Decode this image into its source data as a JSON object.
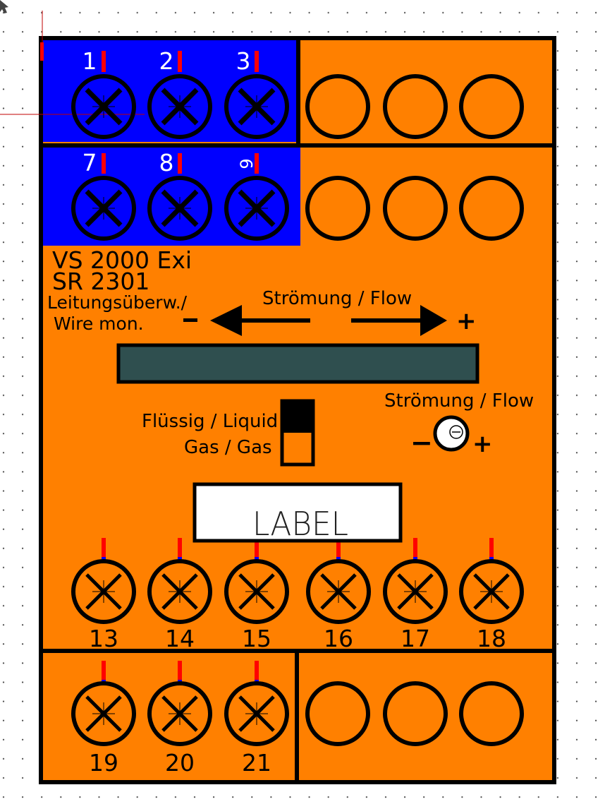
{
  "colors": {
    "housing": "#ff8000",
    "terminal_block_highlight": "#0000ff",
    "outline": "#000000",
    "display": "#2f4f4f",
    "pin": "#ff0000",
    "pin_tip": "#0000ff",
    "label_box": "#ffffff"
  },
  "device": {
    "model": "VS 2000 Exi",
    "variant": "SR 2301",
    "wire_monitor_de": "Leitungsüberw./",
    "wire_monitor_en": "Wire mon."
  },
  "flow_indicator": {
    "title": "Strömung / Flow",
    "minus": "-",
    "plus": "+"
  },
  "medium_switch": {
    "liquid_label": "Flüssig / Liquid",
    "gas_label": "Gas / Gas"
  },
  "flow_potentiometer": {
    "title": "Strömung / Flow",
    "minus": "−",
    "plus": "+"
  },
  "label_text": "LABEL",
  "terminals": {
    "top_row_1": [
      "1",
      "2",
      "3"
    ],
    "top_row_2": [
      "7",
      "8",
      "9"
    ],
    "middle_row": [
      "13",
      "14",
      "15",
      "16",
      "17",
      "18"
    ],
    "bottom_row": [
      "19",
      "20",
      "21"
    ]
  },
  "icons": [
    "terminal-screw-icon",
    "arrow-left-icon",
    "arrow-right-icon",
    "potentiometer-icon",
    "cursor-icon"
  ]
}
